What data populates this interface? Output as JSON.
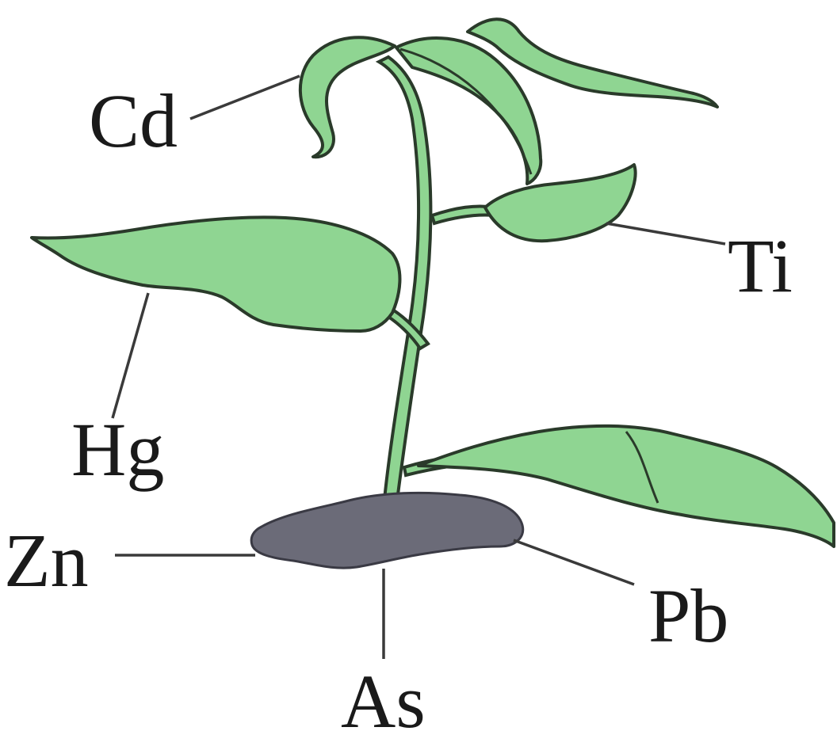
{
  "labels": {
    "cd": "Cd",
    "ti": "Ti",
    "hg": "Hg",
    "zn": "Zn",
    "pb": "Pb",
    "as": "As"
  },
  "colors": {
    "leaf": "#8fd592",
    "outline": "#2a3a2a",
    "root": "#6b6b78",
    "leader_line": "#3a3a3a",
    "background": "#ffffff"
  }
}
